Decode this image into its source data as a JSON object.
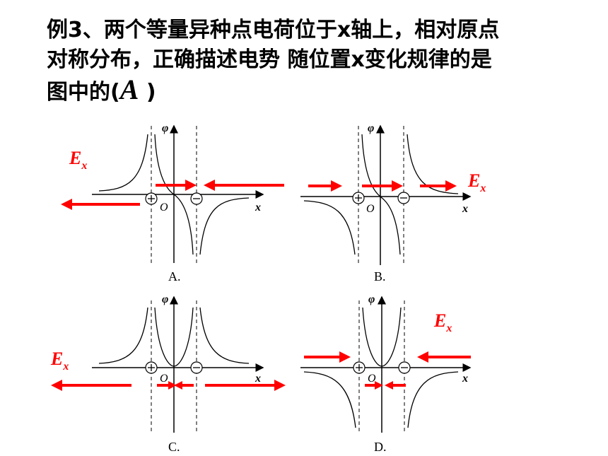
{
  "question": {
    "line1": "例3、两个等量异种点电荷位于x轴上，相对原点",
    "line2": "对称分布，正确描述电势   随位置x变化规律的是",
    "line3_prefix": "图中的(",
    "answer": "A",
    "line3_suffix": " )"
  },
  "axis_labels": {
    "phi": "φ",
    "x": "x",
    "origin": "O"
  },
  "charges": {
    "positive": "+",
    "negative": "−"
  },
  "field_label": {
    "main": "E",
    "sub": "x"
  },
  "captions": {
    "a": "A.",
    "b": "B.",
    "c": "C.",
    "d": "D."
  },
  "colors": {
    "arrow": "#ff0000",
    "text": "#000000"
  }
}
